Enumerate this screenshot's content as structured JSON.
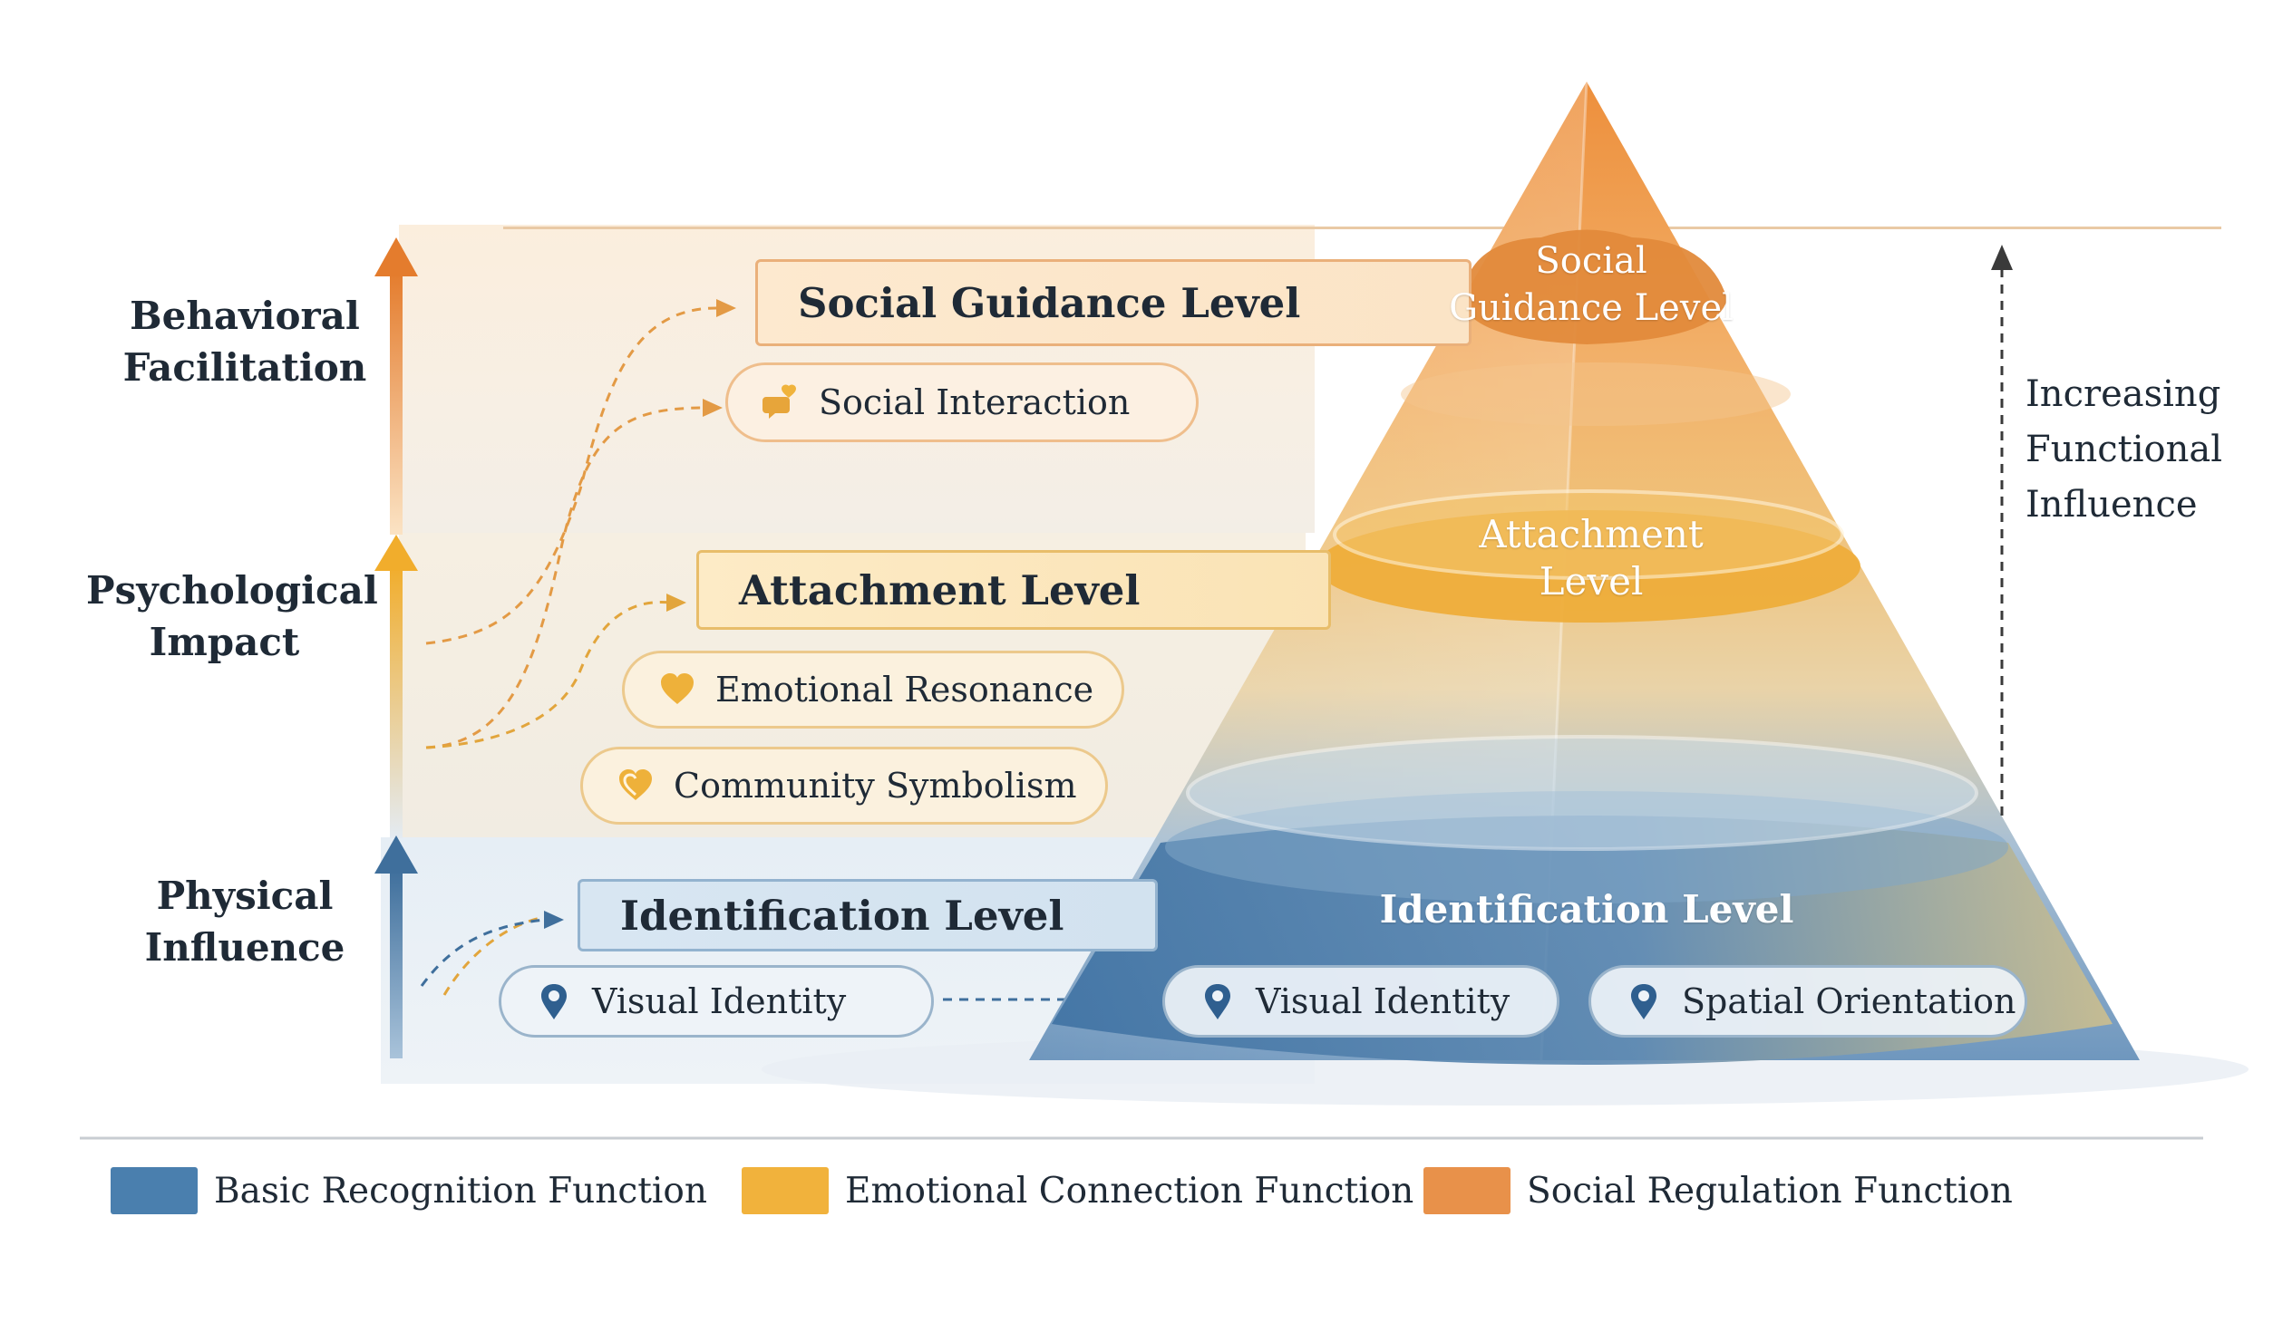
{
  "axis": {
    "behavioral": [
      "Behavioral",
      "Facilitation"
    ],
    "psychological": [
      "Psychological",
      "Impact"
    ],
    "physical": [
      "Physical",
      "Influence"
    ]
  },
  "levels": {
    "social_guidance": "Social Guidance Level",
    "attachment": "Attachment Level",
    "identification": "Identification Level"
  },
  "pills": {
    "social_interaction": "Social Interaction",
    "emotional_resonance": "Emotional Resonance",
    "community_symbolism": "Community Symbolism",
    "visual_identity_left": "Visual Identity",
    "visual_identity_right": "Visual Identity",
    "spatial_orientation": "Spatial Orientation"
  },
  "pyramid": {
    "top": [
      "Social",
      "Guidance Level"
    ],
    "middle": [
      "Attachment",
      "Level"
    ],
    "bottom": "Identification Level"
  },
  "right_label": [
    "Increasing",
    "Functional",
    "Influence"
  ],
  "legend": [
    {
      "label": "Basic Recognition Function",
      "color": "#4a7fae"
    },
    {
      "label": "Emotional Connection Function",
      "color": "#f1b23c"
    },
    {
      "label": "Social Regulation Function",
      "color": "#e8914a"
    }
  ],
  "colors": {
    "blue": "#3f6f9c",
    "yellow": "#efb23a",
    "orange": "#e58a3c"
  },
  "icons": {
    "social_interaction": "heart-chat-icon",
    "emotional_resonance": "heart-icon",
    "community_symbolism": "heart-icon",
    "visual_identity": "map-pin-icon",
    "spatial_orientation": "map-pin-icon"
  }
}
